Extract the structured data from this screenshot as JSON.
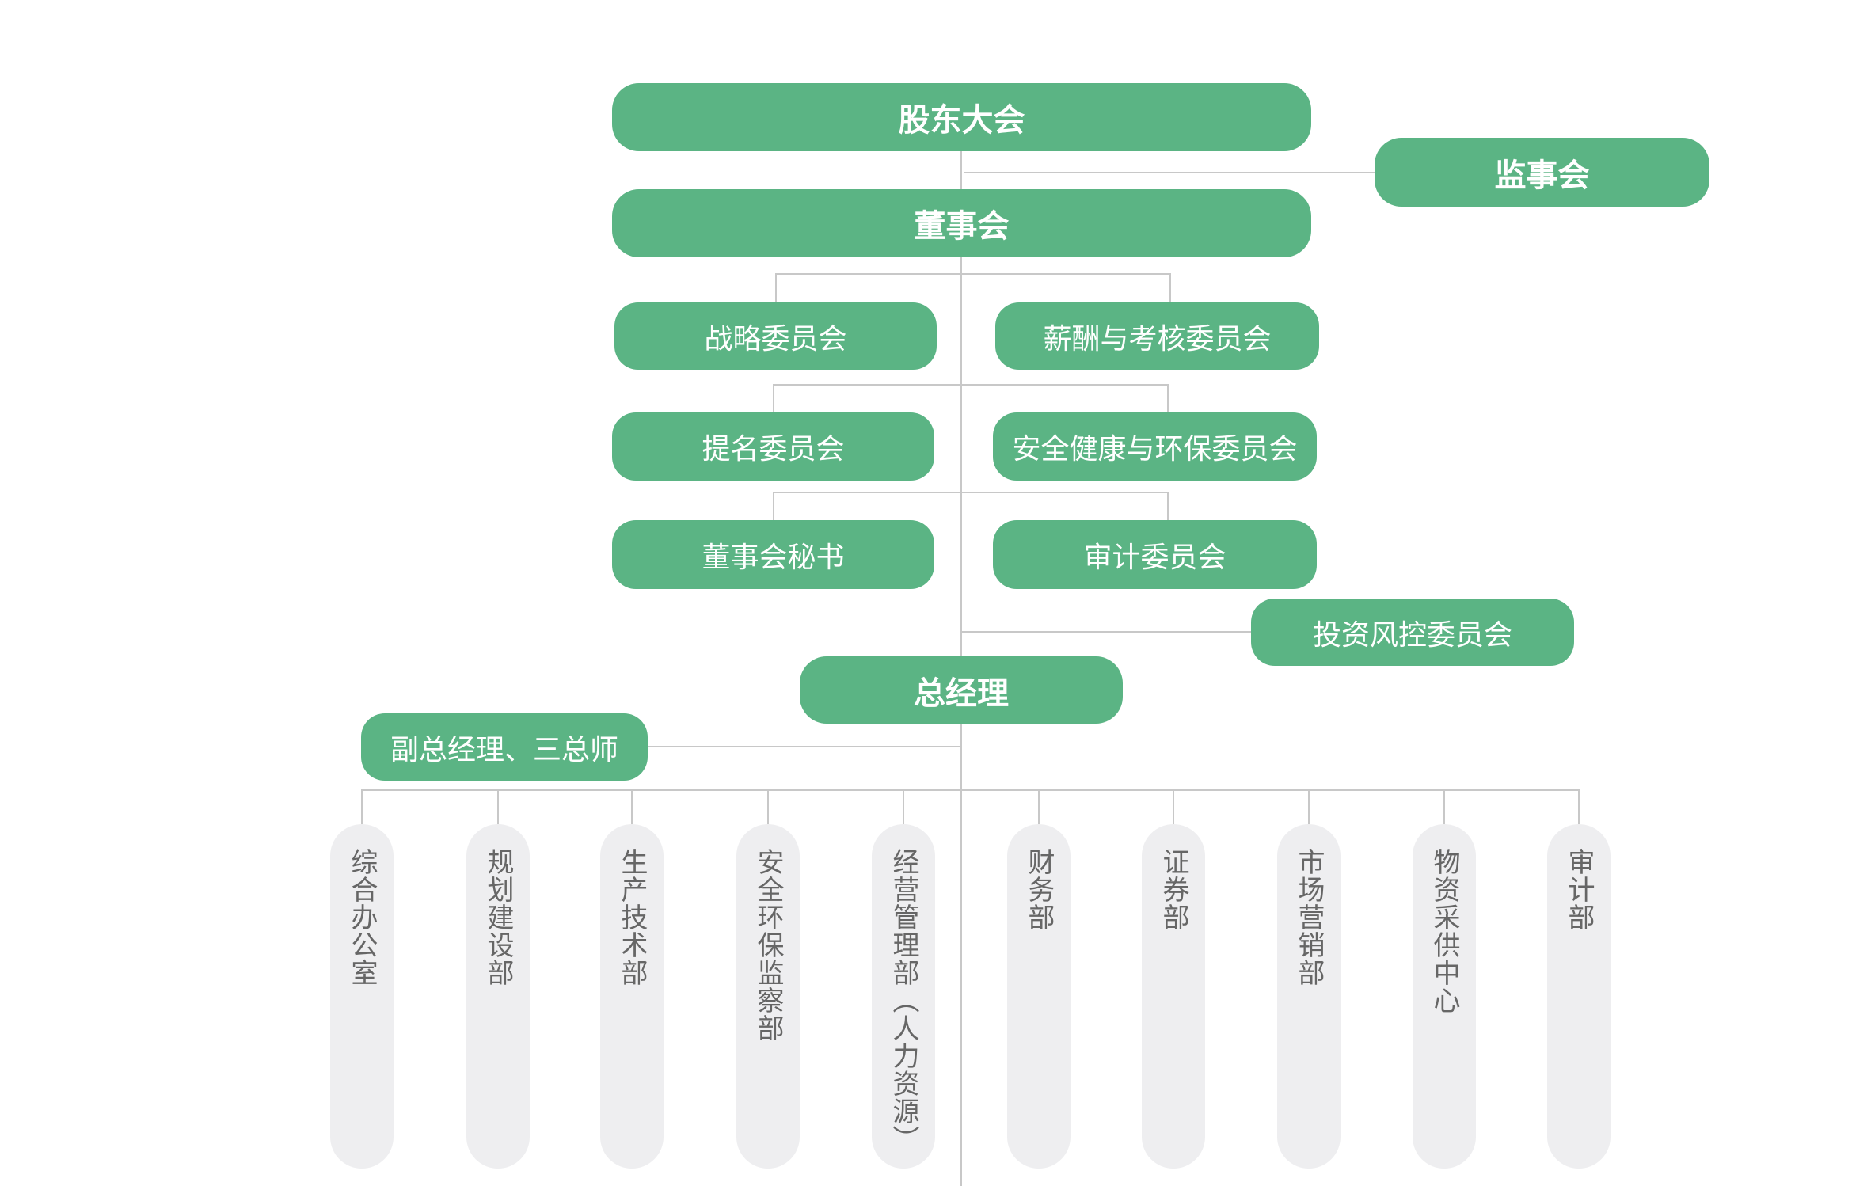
{
  "colors": {
    "node": "#5bb484",
    "dept": "#eeeef0",
    "line": "#c8c8c8"
  },
  "nodes": {
    "shareholders": "股东大会",
    "supervisors": "监事会",
    "board": "董事会",
    "strategy": "战略委员会",
    "compensation": "薪酬与考核委员会",
    "nomination": "提名委员会",
    "safety": "安全健康与环保委员会",
    "secretary": "董事会秘书",
    "audit": "审计委员会",
    "risk": "投资风控委员会",
    "gm": "总经理",
    "deputy": "副总经理、三总师"
  },
  "departments": [
    "综合办公室",
    "规划建设部",
    "生产技术部",
    "安全环保监察部",
    "经营管理部（人力资源）",
    "财务部",
    "证券部",
    "市场营销部",
    "物资采供中心",
    "审计部"
  ]
}
